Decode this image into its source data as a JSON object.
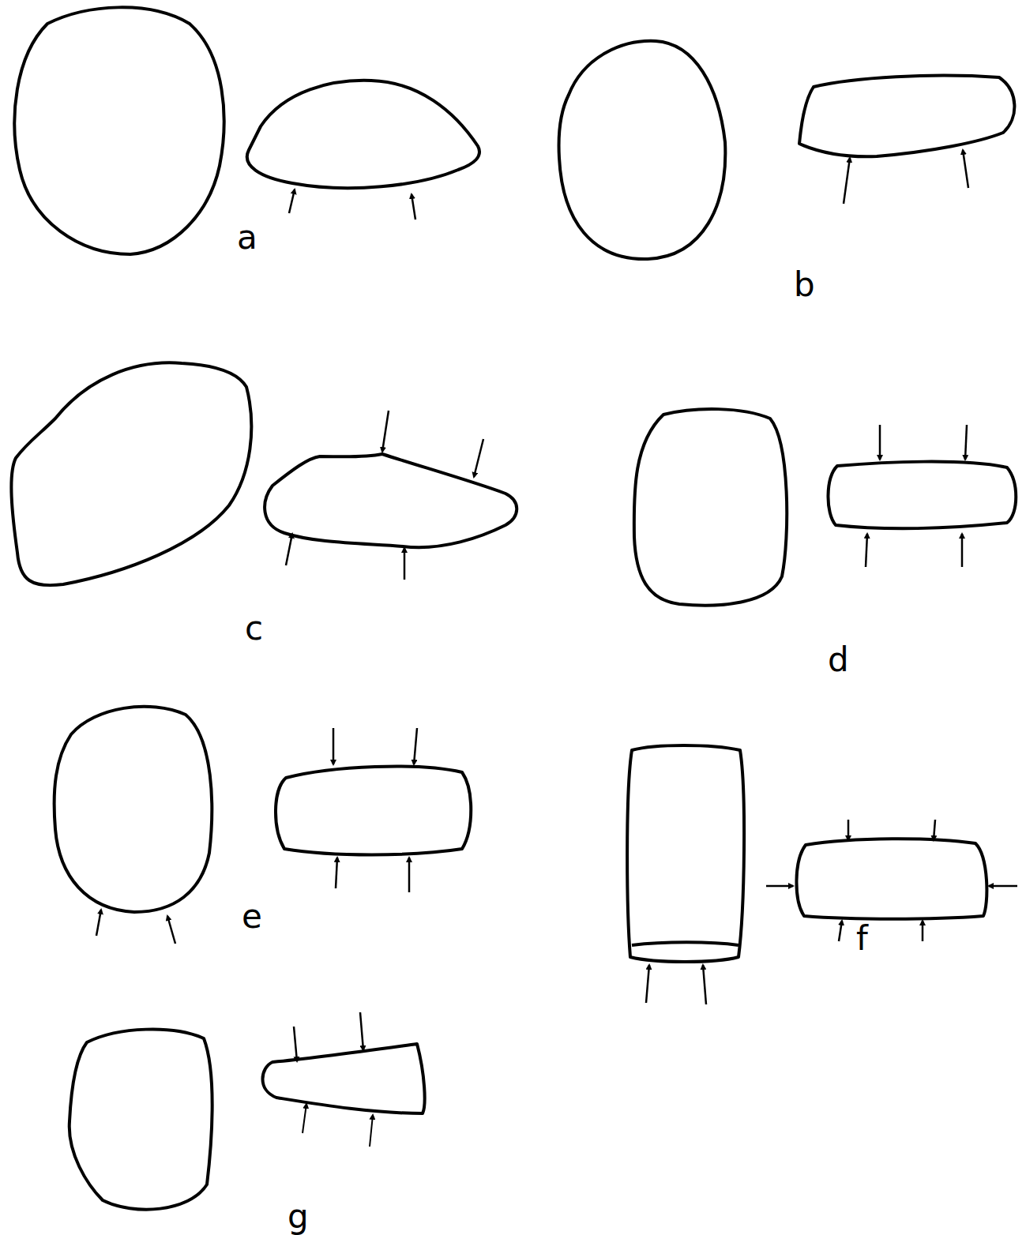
{
  "diagram": {
    "labels": [
      "a",
      "b",
      "c",
      "d",
      "e",
      "f",
      "g"
    ]
  }
}
